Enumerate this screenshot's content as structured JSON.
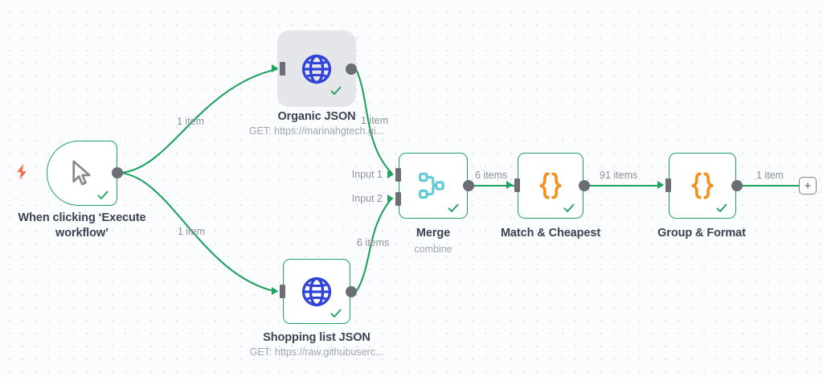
{
  "canvas": {
    "background_color": "#fbfcfd",
    "grid_dot_color": "#dfe3ea",
    "accent_green": "#20a35f",
    "port_gray": "#6b6e74",
    "label_gray": "#8d9199"
  },
  "nodes": [
    {
      "id": "trigger",
      "title": "When clicking ‘Execute workflow’",
      "subtitle": "",
      "icon": "mouse-pointer-icon",
      "icon_color": "#6b6e74",
      "status": "success",
      "selected": false
    },
    {
      "id": "organic-json",
      "title": "Organic JSON",
      "subtitle": "GET: https://marinahgtech.gi...",
      "icon": "globe-icon",
      "icon_color": "#2f43d8",
      "status": "success",
      "selected": true
    },
    {
      "id": "shopping-list-json",
      "title": "Shopping list JSON",
      "subtitle": "GET: https://raw.githubuserc...",
      "icon": "globe-icon",
      "icon_color": "#2f43d8",
      "status": "success",
      "selected": false
    },
    {
      "id": "merge",
      "title": "Merge",
      "subtitle": "combine",
      "icon": "merge-branch-icon",
      "icon_color": "#63cbd6",
      "status": "success",
      "selected": false,
      "input_labels": [
        "Input 1",
        "Input 2"
      ]
    },
    {
      "id": "match-cheapest",
      "title": "Match & Cheapest",
      "subtitle": "",
      "icon": "code-braces-icon",
      "icon_color": "#f4911e",
      "status": "success",
      "selected": false
    },
    {
      "id": "group-format",
      "title": "Group & Format",
      "subtitle": "",
      "icon": "code-braces-icon",
      "icon_color": "#f4911e",
      "status": "success",
      "selected": false
    }
  ],
  "connections": [
    {
      "id": "trigger-to-organic",
      "label": "1 item"
    },
    {
      "id": "trigger-to-shopping",
      "label": "1 item"
    },
    {
      "id": "organic-to-merge",
      "label": "1 item"
    },
    {
      "id": "shopping-to-merge",
      "label": "6 items"
    },
    {
      "id": "merge-to-match",
      "label": "6 items"
    },
    {
      "id": "match-to-group",
      "label": "91 items"
    },
    {
      "id": "group-to-add",
      "label": "1 item"
    }
  ],
  "merge_inputs": {
    "input_1": "Input 1",
    "input_2": "Input 2"
  },
  "add_button": {
    "label": "+"
  },
  "trigger_badge": {
    "icon": "lightning-bolt-icon",
    "color": "#f86c4c"
  }
}
